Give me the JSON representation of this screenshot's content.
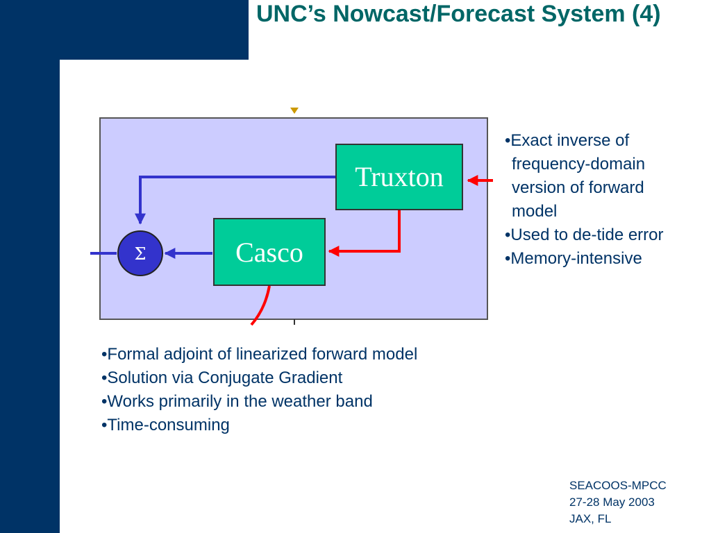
{
  "title": "UNC’s Nowcast/Forecast System (4)",
  "diagram": {
    "nodes": {
      "truxton": "Truxton",
      "casco": "Casco",
      "sum": "Σ"
    },
    "colors": {
      "panel_fill": "#ccccff",
      "box_fill": "#00cc99",
      "sum_fill": "#3333cc",
      "blue_path": "#3333cc",
      "red_path": "#ff0000",
      "marker": "#cc9900"
    }
  },
  "right_bullets": [
    "•Exact inverse of frequency-domain version of forward model",
    "•Used to de-tide error",
    "•Memory-intensive"
  ],
  "bottom_bullets": [
    "•Formal adjoint of linearized forward model",
    "•Solution via Conjugate Gradient",
    "•Works primarily in the weather band",
    "•Time-consuming"
  ],
  "footer": {
    "line1": "SEACOOS-MPCC",
    "line2": "27-28 May 2003",
    "line3": "JAX, FL"
  }
}
